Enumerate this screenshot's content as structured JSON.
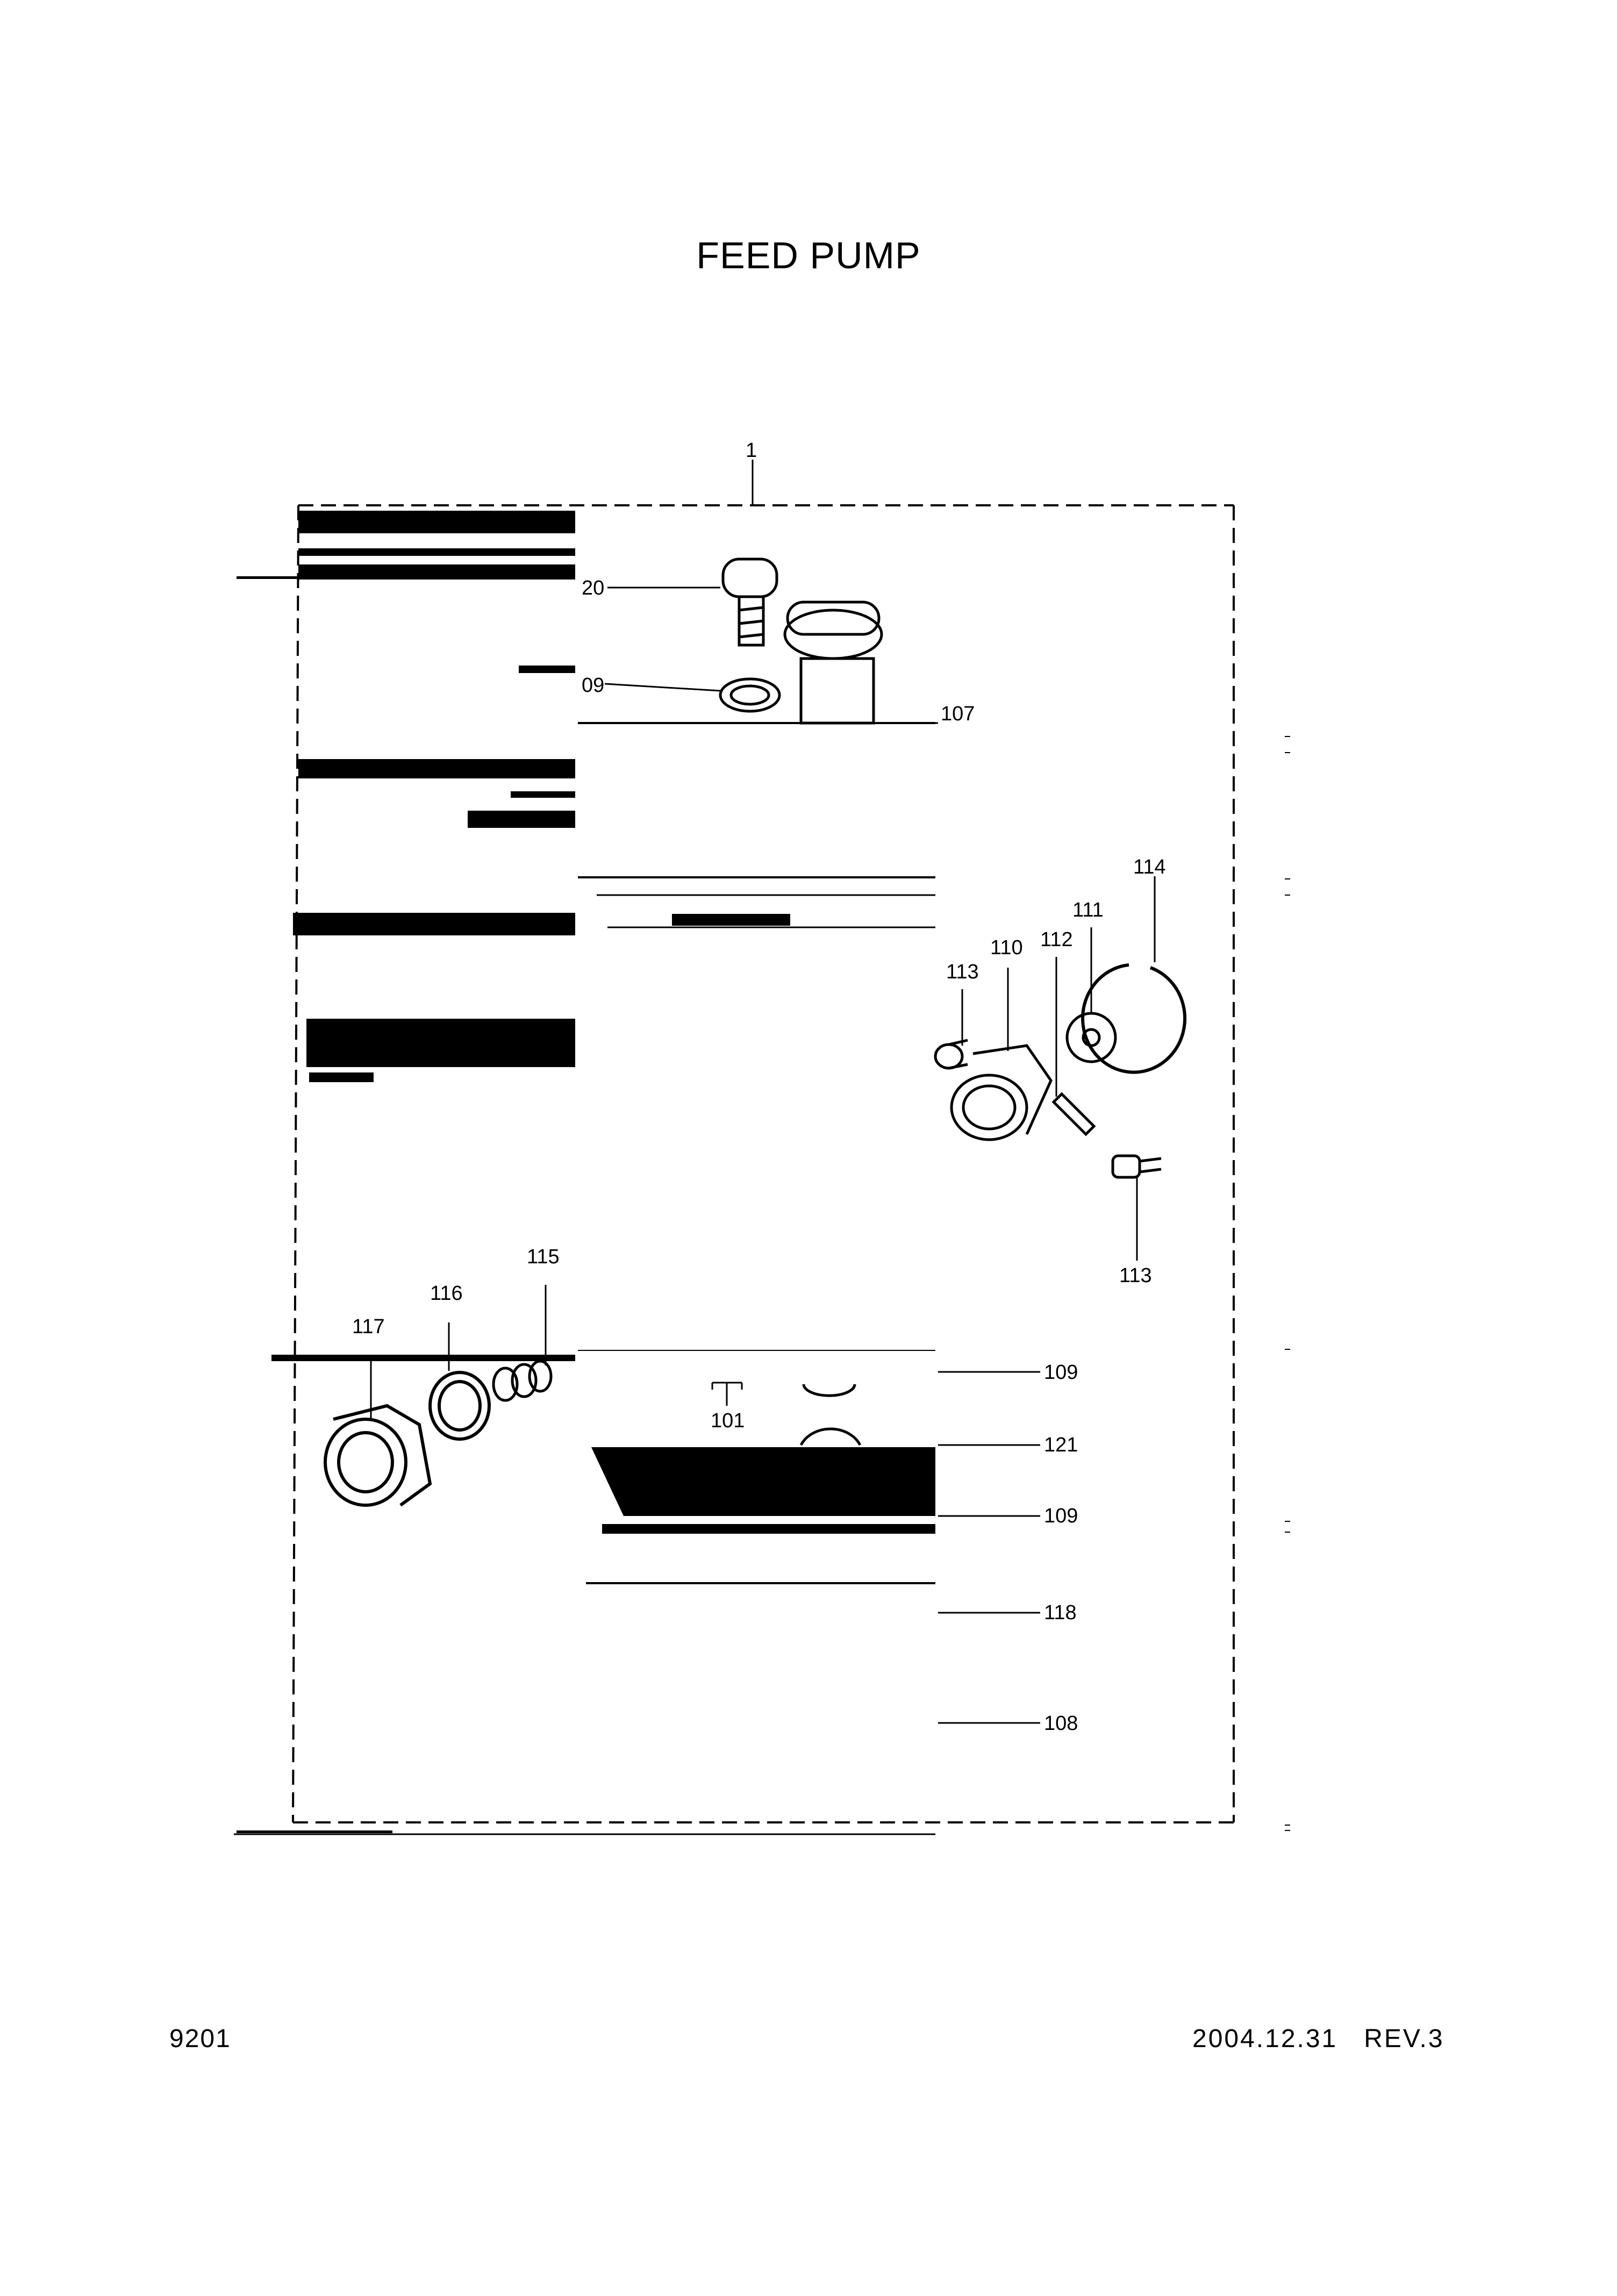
{
  "title": "FEED PUMP",
  "footer": {
    "page_code": "9201",
    "date_rev": "2004.12.31   REV.3"
  },
  "callouts": {
    "c1": "1",
    "c20": "20",
    "c09": "09",
    "c107": "107",
    "c114": "114",
    "c111": "111",
    "c112": "112",
    "c110": "110",
    "c113a": "113",
    "c113b": "113",
    "c115": "115",
    "c116": "116",
    "c117": "117",
    "c109a": "109",
    "c101": "101",
    "c121": "121",
    "c109b": "109",
    "c118": "118",
    "c108": "108"
  }
}
